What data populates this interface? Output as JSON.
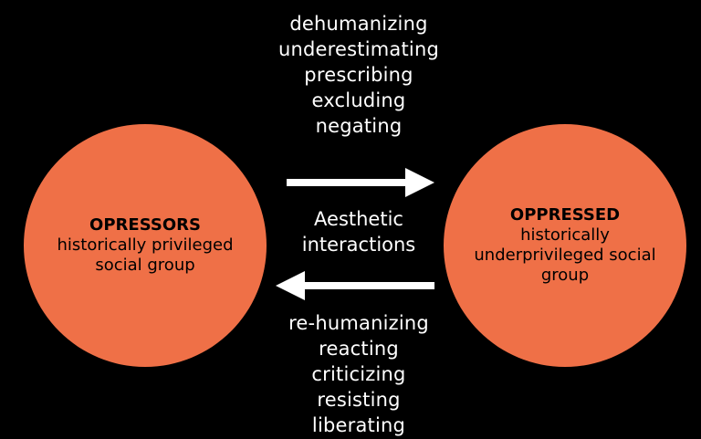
{
  "colors": {
    "background": "#000000",
    "circle_fill": "#ef7047",
    "text_on_dark": "#ffffff",
    "text_on_circle": "#000000",
    "arrow": "#ffffff"
  },
  "oppressors": {
    "title": "OPRESSORS",
    "subtitle": "historically privileged social group"
  },
  "oppressed": {
    "title": "OPPRESSED",
    "subtitle": "historically underprivileged social group"
  },
  "top_actions": [
    "dehumanizing",
    "underestimating",
    "prescribing",
    "excluding",
    "negating"
  ],
  "center_label": "Aesthetic interactions",
  "bottom_actions": [
    "re-humanizing",
    "reacting",
    "criticizing",
    "resisting",
    "liberating"
  ],
  "arrows": {
    "top_direction": "right",
    "bottom_direction": "left"
  }
}
